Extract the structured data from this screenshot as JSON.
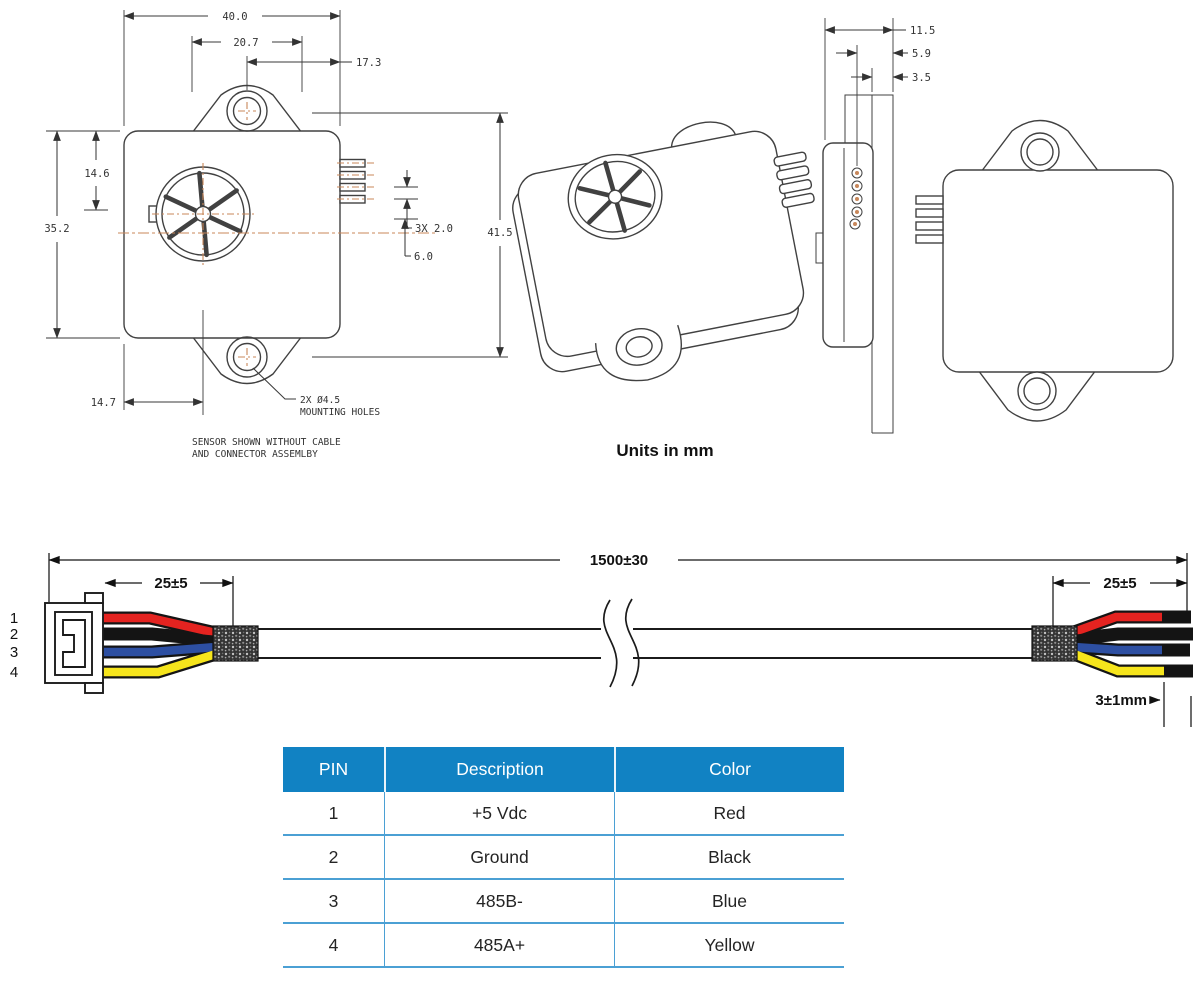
{
  "drawing": {
    "units_note": "Units in mm",
    "front_view": {
      "dim_body_width": "40.0",
      "dim_ear_width": "20.7",
      "dim_hole_to_edge": "17.3",
      "dim_grille_offset": "14.6",
      "dim_body_height": "35.2",
      "dim_grille_left": "14.7",
      "dim_hole_span": "41.5",
      "dim_pin_pitch": "3X 2.0",
      "dim_pin_offset": "6.0",
      "mounting_note_line1": "2X Ø4.5",
      "mounting_note_line2": "MOUNTING HOLES",
      "caption_line1": "SENSOR SHOWN WITHOUT CABLE",
      "caption_line2": "AND CONNECTOR ASSEMLBY"
    },
    "side_view": {
      "dim_depth_total": "11.5",
      "dim_depth_front": "5.9",
      "dim_depth_plate": "3.5"
    }
  },
  "cable": {
    "dim_overall_length": "1500±30",
    "dim_breakout_left": "25±5",
    "dim_breakout_right": "25±5",
    "dim_strip_length": "3±1mm",
    "pin_labels": [
      "1",
      "2",
      "3",
      "4"
    ],
    "wire_hex": {
      "red": "#e42320",
      "black": "#141414",
      "blue": "#2d4fa2",
      "yellow": "#f6e51c"
    }
  },
  "pin_table": {
    "headers": [
      "PIN",
      "Description",
      "Color"
    ],
    "rows": [
      {
        "pin": "1",
        "description": "+5 Vdc",
        "color": "Red"
      },
      {
        "pin": "2",
        "description": "Ground",
        "color": "Black"
      },
      {
        "pin": "3",
        "description": "485B-",
        "color": "Blue"
      },
      {
        "pin": "4",
        "description": "485A+",
        "color": "Yellow"
      }
    ],
    "header_bg": "#1182c3",
    "border_color": "#4ba0d4"
  }
}
